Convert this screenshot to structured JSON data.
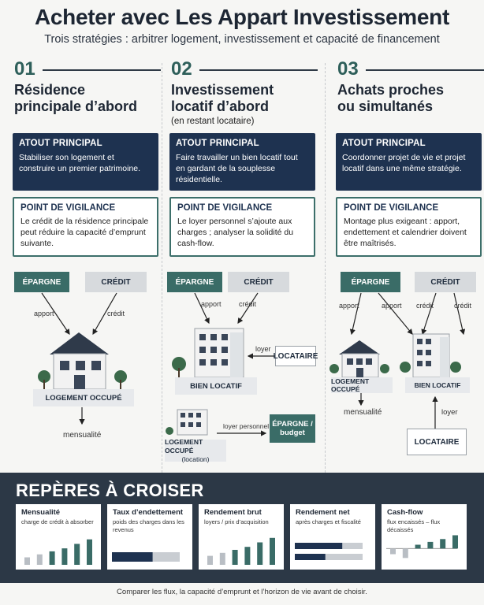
{
  "header": {
    "title": "Acheter avec Les Appart Investissement",
    "subtitle": "Trois stratégies : arbitrer logement, investissement et capacité de financement"
  },
  "columns": [
    {
      "number": "01",
      "title_line1": "Résidence",
      "title_line2": "principale d’abord",
      "subtitle": "",
      "atout_heading": "ATOUT PRINCIPAL",
      "atout_text": "Stabiliser son logement et construire un premier patrimoine.",
      "vigilance_heading": "POINT DE VIGILANCE",
      "vigilance_text": "Le crédit de la résidence principale peut réduire la capacité d’emprunt suivante."
    },
    {
      "number": "02",
      "title_line1": "Investissement",
      "title_line2": "locatif d’abord",
      "subtitle": "(en restant locataire)",
      "atout_heading": "ATOUT PRINCIPAL",
      "atout_text": "Faire travailler un bien locatif tout en gardant de la souplesse résidentielle.",
      "vigilance_heading": "POINT DE VIGILANCE",
      "vigilance_text": "Le loyer personnel s’ajoute aux charges ; analyser la solidité du cash-flow."
    },
    {
      "number": "03",
      "title_line1": "Achats proches",
      "title_line2": "ou simultanés",
      "subtitle": "",
      "atout_heading": "ATOUT PRINCIPAL",
      "atout_text": "Coordonner projet de vie et projet locatif dans une même stratégie.",
      "vigilance_heading": "POINT DE VIGILANCE",
      "vigilance_text": "Montage plus exigeant : apport, endettement et calendrier doivent être maîtrisés."
    }
  ],
  "diagram": {
    "epargne": "ÉPARGNE",
    "credit": "CRÉDIT",
    "apport": "apport",
    "credit_lower": "crédit",
    "logement_occupe": "LOGEMENT OCCUPÉ",
    "mensualite": "mensualité",
    "bien_locatif": "BIEN LOCATIF",
    "locataire": "LOCATAIRE",
    "loyer": "loyer",
    "loyer_personnel": "loyer personnel",
    "epargne_budget": "ÉPARGNE / budget",
    "location": "(location)"
  },
  "reperes": {
    "title": "REPÈRES À CROISER",
    "cards": [
      {
        "heading": "Mensualité",
        "sub": "charge de crédit à absorber",
        "bars": [
          0.25,
          0.35,
          0.45,
          0.55,
          0.7,
          0.85
        ]
      },
      {
        "heading": "Taux d’endettement",
        "sub": "poids des charges dans les revenus",
        "fill": 0.6
      },
      {
        "heading": "Rendement brut",
        "sub": "loyers / prix d’acquisition",
        "bars": [
          0.3,
          0.4,
          0.5,
          0.6,
          0.75,
          0.9
        ]
      },
      {
        "heading": "Rendement net",
        "sub": "après charges et fiscalité",
        "fills": [
          0.7,
          0.45
        ]
      },
      {
        "heading": "Cash-flow",
        "sub": "flux encaissés – flux décaissés",
        "bars": [
          -0.3,
          -0.5,
          0.2,
          0.35,
          0.5,
          0.7
        ]
      }
    ]
  },
  "footer": "Comparer les flux, la capacité d’emprunt et l’horizon de vie avant de choisir.",
  "colors": {
    "navy": "#1e3250",
    "teal": "#3a6c67",
    "dark": "#2c3846"
  }
}
